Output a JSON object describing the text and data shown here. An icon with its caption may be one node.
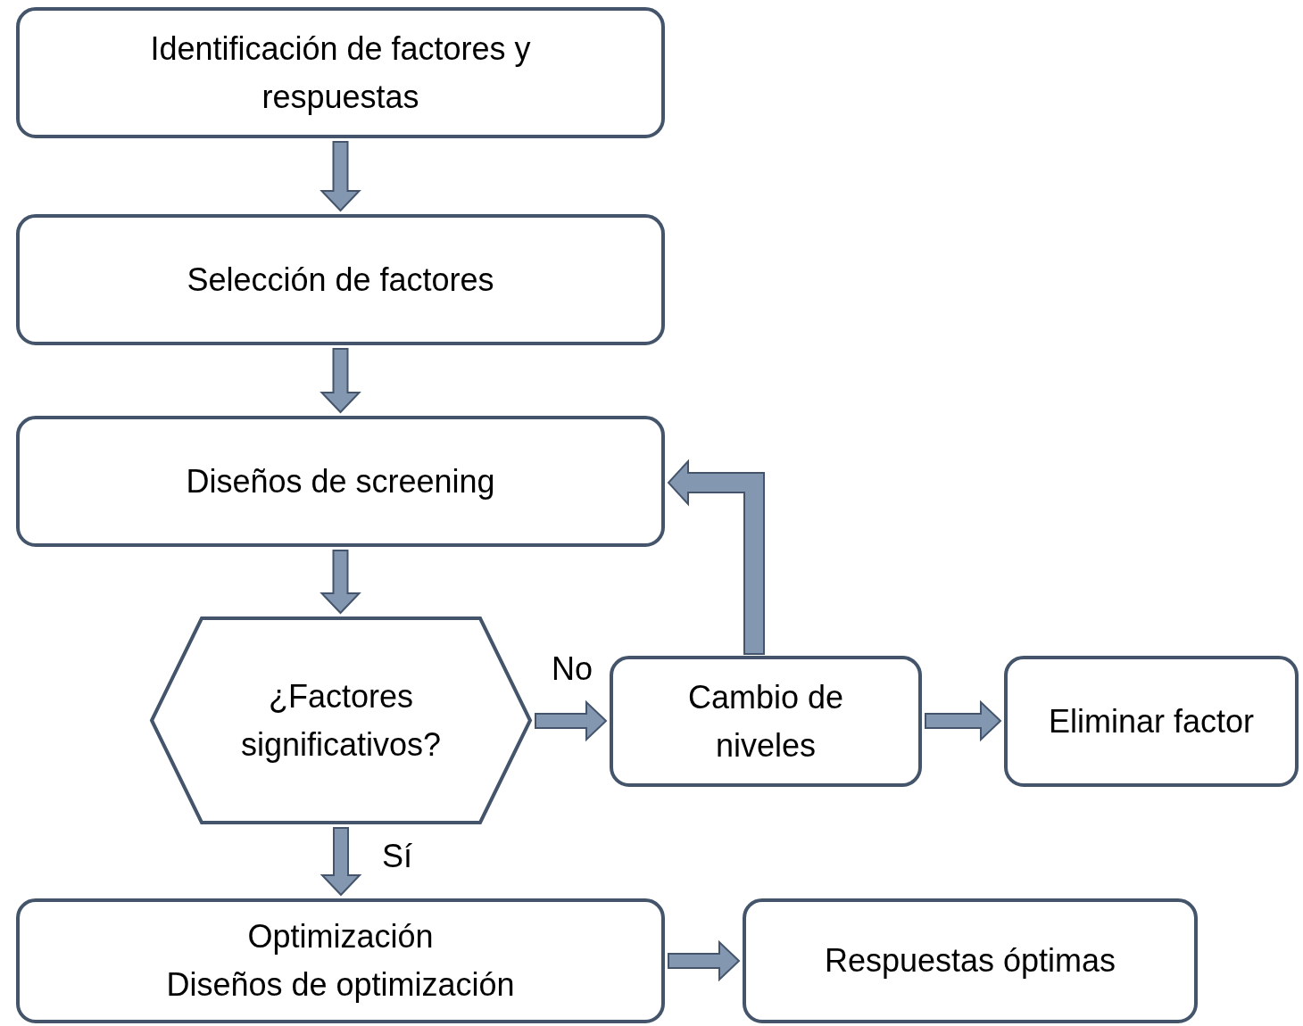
{
  "diagram": {
    "nodes": [
      {
        "text": [
          "Identificación de factores y respuestas"
        ]
      },
      {
        "text": [
          "Selección de factores"
        ]
      },
      {
        "text": [
          "Diseños de screening"
        ]
      },
      {
        "text": [
          "¿Factores significativos?"
        ]
      },
      {
        "text": [
          "Cambio de niveles"
        ]
      },
      {
        "text": [
          "Eliminar factor"
        ]
      },
      {
        "text": [
          "Optimización",
          "Diseños de optimización"
        ]
      },
      {
        "text": [
          "Respuestas óptimas"
        ]
      }
    ],
    "edges": [
      {
        "from": 0,
        "to": 1,
        "arrow": "to"
      },
      {
        "from": 1,
        "to": 2,
        "arrow": "to"
      },
      {
        "from": 2,
        "to": 3,
        "arrow": "to"
      },
      {
        "from": 3,
        "to": 4,
        "arrow": "to",
        "label": "No"
      },
      {
        "from": 4,
        "to": 5,
        "arrow": "to"
      },
      {
        "from": 4,
        "to": 2,
        "arrow": "to"
      },
      {
        "from": 3,
        "to": 6,
        "arrow": "to",
        "label": "Sí"
      },
      {
        "from": 6,
        "to": 7,
        "arrow": "to"
      }
    ]
  }
}
